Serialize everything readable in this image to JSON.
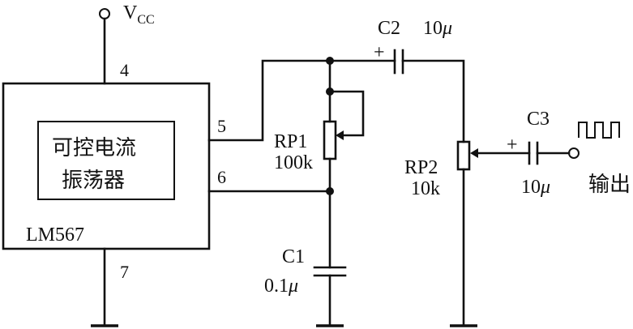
{
  "supply": {
    "name": "V",
    "subscript": "CC"
  },
  "ic": {
    "part": "LM567",
    "inner_line1": "可控电流",
    "inner_line2": "振荡器",
    "pins": {
      "p4": "4",
      "p5": "5",
      "p6": "6",
      "p7": "7"
    }
  },
  "components": {
    "c1": {
      "ref": "C1",
      "value_num": "0.1",
      "value_unit": "μ"
    },
    "c2": {
      "ref": "C2",
      "value_num": "10",
      "value_unit": "μ",
      "polarity": "+"
    },
    "c3": {
      "ref": "C3",
      "value_num": "10",
      "value_unit": "μ",
      "polarity": "+"
    },
    "rp1": {
      "ref": "RP1",
      "value": "100k"
    },
    "rp2": {
      "ref": "RP2",
      "value": "10k"
    }
  },
  "output": {
    "label": "输出"
  }
}
